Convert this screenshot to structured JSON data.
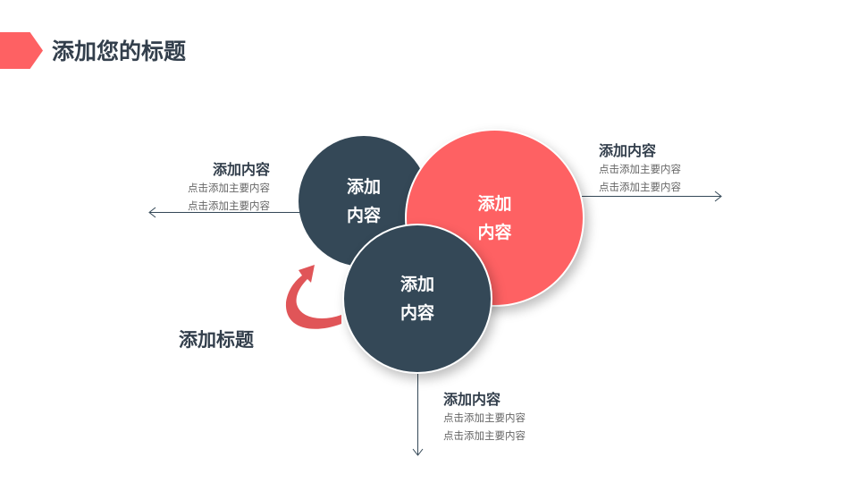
{
  "title": "添加您的标题",
  "circles": [
    {
      "line1": "添加",
      "line2": "内容"
    },
    {
      "line1": "添加",
      "line2": "内容"
    },
    {
      "line1": "添加",
      "line2": "内容"
    }
  ],
  "left_block": {
    "heading": "添加内容",
    "lines": [
      "点击添加主要内容",
      "点击添加主要内容"
    ]
  },
  "right_block": {
    "heading": "添加内容",
    "lines": [
      "点击添加主要内容",
      "点击添加主要内容"
    ]
  },
  "bottom_block": {
    "heading": "添加内容",
    "lines": [
      "点击添加主要内容",
      "点击添加主要内容"
    ]
  },
  "side_title": "添加标题",
  "colors": {
    "accent": "#fe6163",
    "dark": "#344857",
    "text": "#333f4c"
  }
}
